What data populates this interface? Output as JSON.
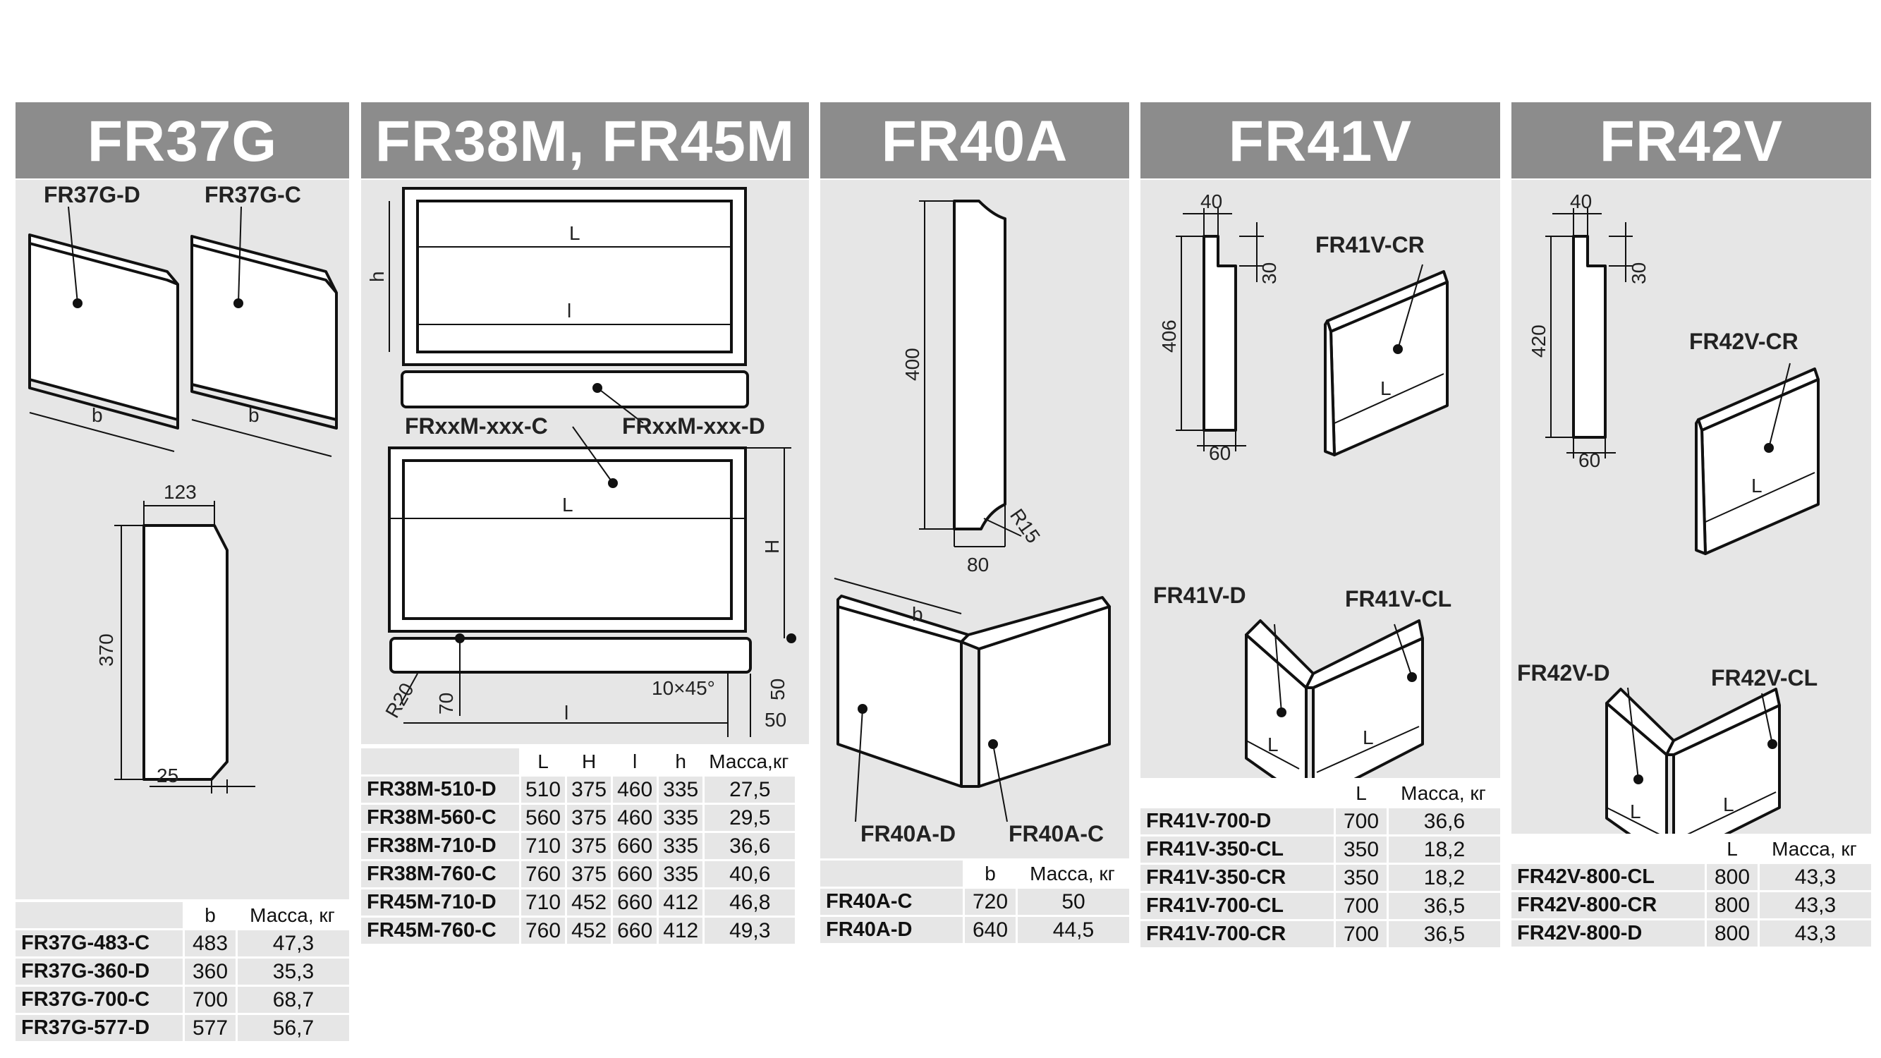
{
  "panels": {
    "fr37g": {
      "title": "FR37G",
      "labels": {
        "d": "FR37G-D",
        "c": "FR37G-C",
        "b1": "b",
        "b2": "b",
        "w123": "123",
        "h370": "370",
        "w25": "25"
      },
      "table": {
        "headers": [
          "b",
          "Масса, кг"
        ],
        "rows": [
          {
            "name": "FR37G-483-C",
            "b": "483",
            "mass": "47,3"
          },
          {
            "name": "FR37G-360-D",
            "b": "360",
            "mass": "35,3"
          },
          {
            "name": "FR37G-700-C",
            "b": "700",
            "mass": "68,7"
          },
          {
            "name": "FR37G-577-D",
            "b": "577",
            "mass": "56,7"
          }
        ]
      }
    },
    "fr38m": {
      "title": "FR38M, FR45M",
      "labels": {
        "h": "h",
        "L1": "L",
        "l1": "l",
        "c": "FRxxM-xxx-C",
        "d": "FRxxM-xxx-D",
        "L2": "L",
        "H": "H",
        "r20": "R20",
        "d70": "70",
        "l2": "l",
        "chamfer": "10×45°",
        "d50a": "50",
        "d50b": "50"
      },
      "table": {
        "headers": [
          "L",
          "H",
          "l",
          "h",
          "Масса,кг"
        ],
        "rows": [
          {
            "name": "FR38M-510-D",
            "L": "510",
            "H": "375",
            "l": "460",
            "h": "335",
            "mass": "27,5"
          },
          {
            "name": "FR38M-560-C",
            "L": "560",
            "H": "375",
            "l": "460",
            "h": "335",
            "mass": "29,5"
          },
          {
            "name": "FR38M-710-D",
            "L": "710",
            "H": "375",
            "l": "660",
            "h": "335",
            "mass": "36,6"
          },
          {
            "name": "FR38M-760-C",
            "L": "760",
            "H": "375",
            "l": "660",
            "h": "335",
            "mass": "40,6"
          },
          {
            "name": "FR45M-710-D",
            "L": "710",
            "H": "452",
            "l": "660",
            "h": "412",
            "mass": "46,8"
          },
          {
            "name": "FR45M-760-C",
            "L": "760",
            "H": "452",
            "l": "660",
            "h": "412",
            "mass": "49,3"
          }
        ]
      }
    },
    "fr40a": {
      "title": "FR40A",
      "labels": {
        "h400": "400",
        "r15": "R15",
        "w80": "80",
        "b": "b",
        "d": "FR40A-D",
        "c": "FR40A-C"
      },
      "table": {
        "headers": [
          "b",
          "Масса, кг"
        ],
        "rows": [
          {
            "name": "FR40A-C",
            "b": "720",
            "mass": "50"
          },
          {
            "name": "FR40A-D",
            "b": "640",
            "mass": "44,5"
          }
        ]
      }
    },
    "fr41v": {
      "title": "FR41V",
      "labels": {
        "w40": "40",
        "d30": "30",
        "h406": "406",
        "w60": "60",
        "cr": "FR41V-CR",
        "L1": "L",
        "d": "FR41V-D",
        "cl": "FR41V-CL",
        "L2": "L",
        "L3": "L"
      },
      "table": {
        "headers": [
          "L",
          "Масса, кг"
        ],
        "rows": [
          {
            "name": "FR41V-700-D",
            "L": "700",
            "mass": "36,6"
          },
          {
            "name": "FR41V-350-CL",
            "L": "350",
            "mass": "18,2"
          },
          {
            "name": "FR41V-350-CR",
            "L": "350",
            "mass": "18,2"
          },
          {
            "name": "FR41V-700-CL",
            "L": "700",
            "mass": "36,5"
          },
          {
            "name": "FR41V-700-CR",
            "L": "700",
            "mass": "36,5"
          }
        ]
      }
    },
    "fr42v": {
      "title": "FR42V",
      "labels": {
        "w40": "40",
        "d30": "30",
        "h420": "420",
        "w60": "60",
        "cr": "FR42V-CR",
        "L1": "L",
        "d": "FR42V-D",
        "cl": "FR42V-CL",
        "L2": "L",
        "L3": "L"
      },
      "table": {
        "headers": [
          "L",
          "Масса, кг"
        ],
        "rows": [
          {
            "name": "FR42V-800-CL",
            "L": "800",
            "mass": "43,3"
          },
          {
            "name": "FR42V-800-CR",
            "L": "800",
            "mass": "43,3"
          },
          {
            "name": "FR42V-800-D",
            "L": "800",
            "mass": "43,3"
          }
        ]
      }
    }
  }
}
